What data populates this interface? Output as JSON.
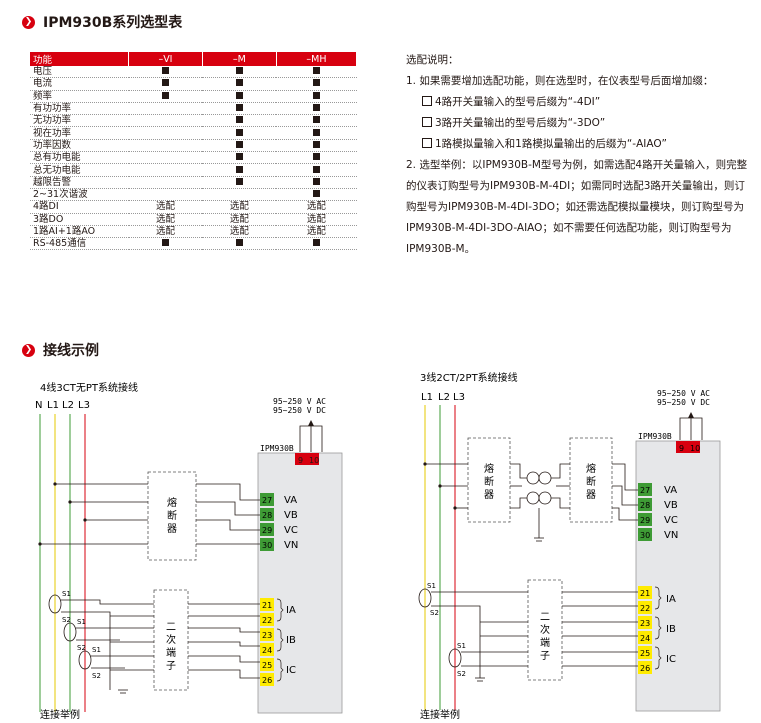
{
  "section1": {
    "icon": "chevron-right-icon",
    "title": "IPM930B系列选型表"
  },
  "table": {
    "headers": [
      "功能",
      "–VI",
      "–M",
      "–MH"
    ],
    "rows": [
      [
        "电压",
        "■",
        "■",
        "■"
      ],
      [
        "电流",
        "■",
        "■",
        "■"
      ],
      [
        "频率",
        "■",
        "■",
        "■"
      ],
      [
        "有功功率",
        "",
        "■",
        "■"
      ],
      [
        "无功功率",
        "",
        "■",
        "■"
      ],
      [
        "视在功率",
        "",
        "■",
        "■"
      ],
      [
        "功率因数",
        "",
        "■",
        "■"
      ],
      [
        "总有功电能",
        "",
        "■",
        "■"
      ],
      [
        "总无功电能",
        "",
        "■",
        "■"
      ],
      [
        "越限告警",
        "",
        "■",
        "■"
      ],
      [
        "2~31次谐波",
        "",
        "",
        "■"
      ],
      [
        "4路DI",
        "选配",
        "选配",
        "选配"
      ],
      [
        "3路DO",
        "选配",
        "选配",
        "选配"
      ],
      [
        "1路AI+1路AO",
        "选配",
        "选配",
        "选配"
      ],
      [
        "RS-485通信",
        "■",
        "■",
        "■"
      ]
    ]
  },
  "notes": {
    "heading": "选配说明：",
    "line1": "1. 如果需要增加选配功能，则在选型时，在仪表型号后面增加缀：",
    "opt1": "4路开关量输入的型号后缀为“-4DI”",
    "opt2": "3路开关量输出的型号后缀为“-3DO”",
    "opt3": "1路模拟量输入和1路模拟量输出的后缀为“-AIAO”",
    "line2": "2. 选型举例：以IPM930B-M型号为例，如需选配4路开关量输入，则完整的仪表订购型号为IPM930B-M-4DI；如需同时选配3路开关量输出，则订购型号为IPM930B-M-4DI-3DO；如还需选配模拟量模块，则订购型号为IPM930B-M-4DI-3DO-AIAO；如不需要任何选配功能，则订购型号为IPM930B-M。"
  },
  "section2": {
    "icon": "chevron-right-icon",
    "title": "接线示例"
  },
  "diagram_left": {
    "title": "4线3CT无PT系统接线",
    "lines": [
      "N",
      "L1",
      "L2",
      "L3"
    ],
    "power": [
      "95~250 V AC",
      "95~250 V DC"
    ],
    "device": "IPM930B",
    "power_terminals": [
      "9",
      "10"
    ],
    "fuse": "熔断器",
    "volt_terminals": [
      "27",
      "28",
      "29",
      "30"
    ],
    "volt_labels": [
      "VA",
      "VB",
      "VC",
      "VN"
    ],
    "secondary": "二次端子",
    "curr_terminals": [
      "21",
      "22",
      "23",
      "24",
      "25",
      "26"
    ],
    "curr_labels": [
      "IA",
      "IB",
      "IC"
    ],
    "ct_labels": [
      "S1",
      "S2",
      "S1",
      "S2",
      "S1",
      "S2"
    ],
    "caption": "连接举例"
  },
  "diagram_right": {
    "title": "3线2CT/2PT系统接线",
    "lines": [
      "L1",
      "L2",
      "L3"
    ],
    "power": [
      "95~250 V AC",
      "95~250 V DC"
    ],
    "device": "IPM930B",
    "power_terminals": [
      "9",
      "10"
    ],
    "fuse1": "熔断器",
    "fuse2": "熔断器",
    "volt_terminals": [
      "27",
      "28",
      "29",
      "30"
    ],
    "volt_labels": [
      "VA",
      "VB",
      "VC",
      "VN"
    ],
    "secondary": "二次端子",
    "curr_terminals": [
      "21",
      "22",
      "23",
      "24",
      "25",
      "26"
    ],
    "curr_labels": [
      "IA",
      "IB",
      "IC"
    ],
    "ct_labels": [
      "S1",
      "S2",
      "S1",
      "S2"
    ],
    "caption": "连接举例"
  },
  "colors": {
    "red": "#d7000f",
    "green": "#3e9b35",
    "yellow": "#ffeb00",
    "box": "#e6e7e9"
  }
}
